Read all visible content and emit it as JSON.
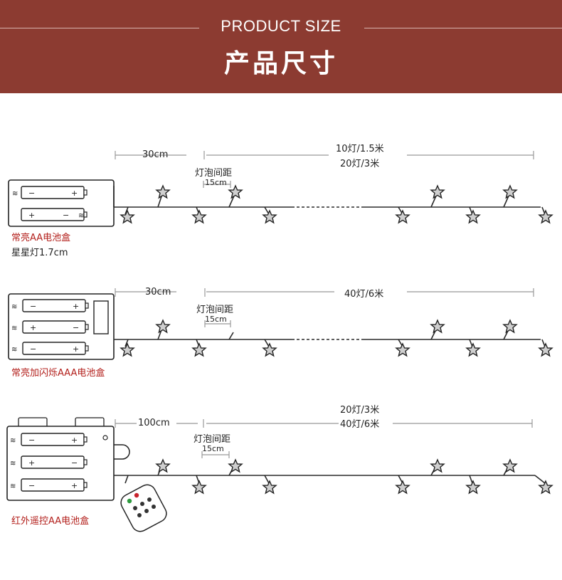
{
  "header": {
    "title_en": "PRODUCT SIZE",
    "title_cn": "产品尺寸"
  },
  "sections": [
    {
      "lead_length": "30cm",
      "bulb_spacing_label": "灯泡间距",
      "bulb_spacing": "15cm",
      "total_lines": [
        "10灯/1.5米",
        "20灯/3米"
      ],
      "box_name": "常亮AA电池盒",
      "star_note": "星星灯1.7cm"
    },
    {
      "lead_length": "30cm",
      "bulb_spacing_label": "灯泡间距",
      "bulb_spacing": "15cm",
      "total_lines": [
        "40灯/6米"
      ],
      "box_name": "常亮加闪烁AAA电池盒"
    },
    {
      "lead_length": "100cm",
      "bulb_spacing_label": "灯泡间距",
      "bulb_spacing": "15cm",
      "total_lines": [
        "20灯/3米",
        "40灯/6米"
      ],
      "box_name": "红外遥控AA电池盒"
    }
  ],
  "colors": {
    "banner": "#8c3b31",
    "accent_text": "#b3201c",
    "wire": "#2a2a2a"
  }
}
